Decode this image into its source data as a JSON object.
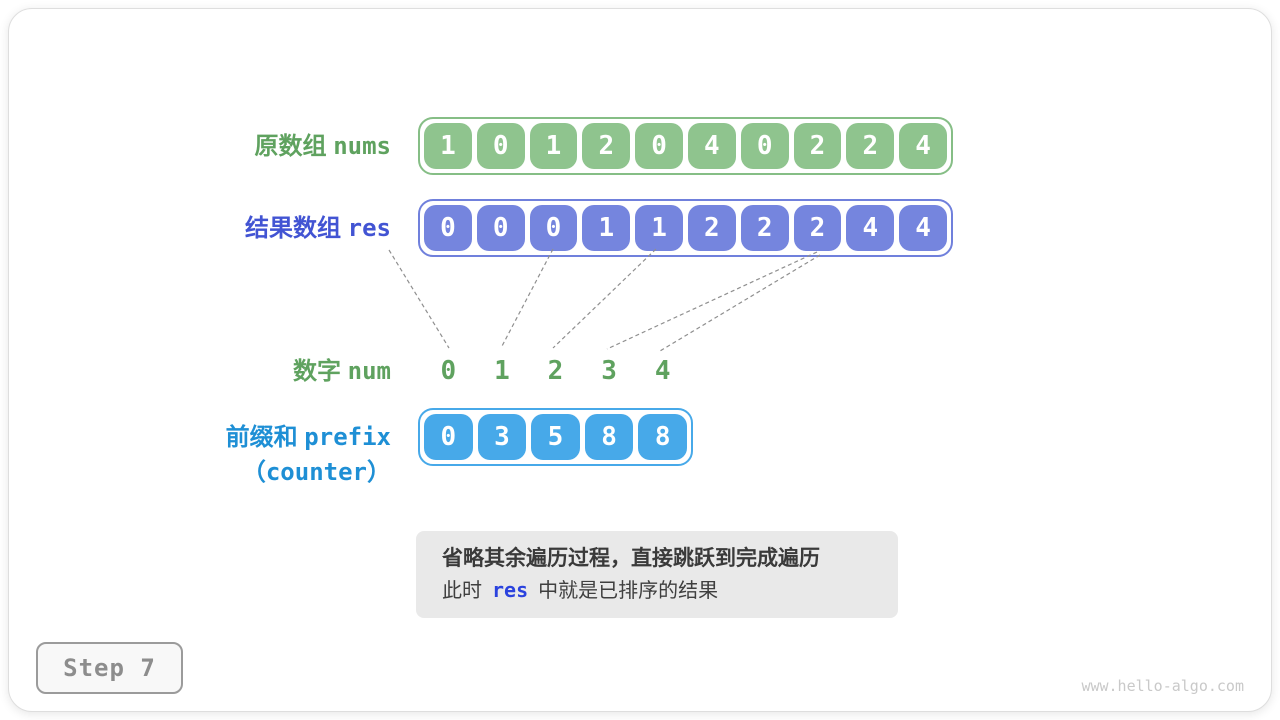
{
  "rows": {
    "nums": {
      "label_zh": "原数组",
      "label_code": "nums",
      "values": [
        1,
        0,
        1,
        2,
        0,
        4,
        0,
        2,
        2,
        4
      ]
    },
    "res": {
      "label_zh": "结果数组",
      "label_code": "res",
      "values": [
        0,
        0,
        0,
        1,
        1,
        2,
        2,
        2,
        4,
        4
      ]
    },
    "num": {
      "label_zh": "数字",
      "label_code": "num",
      "values": [
        0,
        1,
        2,
        3,
        4
      ]
    },
    "prefix": {
      "label_zh": "前缀和",
      "label_code": "prefix",
      "label_line2": "（counter）",
      "values": [
        0,
        3,
        5,
        8,
        8
      ]
    }
  },
  "note": {
    "line1": "省略其余遍历过程，直接跳跃到完成遍历",
    "line2_before": "此时",
    "line2_code": "res",
    "line2_after": "中就是已排序的结果"
  },
  "step_label": "Step 7",
  "watermark": "www.hello-algo.com",
  "colors": {
    "nums_cell": "#8FC48E",
    "nums_label": "#5FA25F",
    "res_cell": "#7585DE",
    "res_label": "#4254D3",
    "prefix_cell": "#47A9E9",
    "prefix_label": "#1E8FD5",
    "note_bg": "#E9E9E9",
    "note_code_blue": "#2B43DE",
    "connector_gray": "#8f8f8f"
  }
}
